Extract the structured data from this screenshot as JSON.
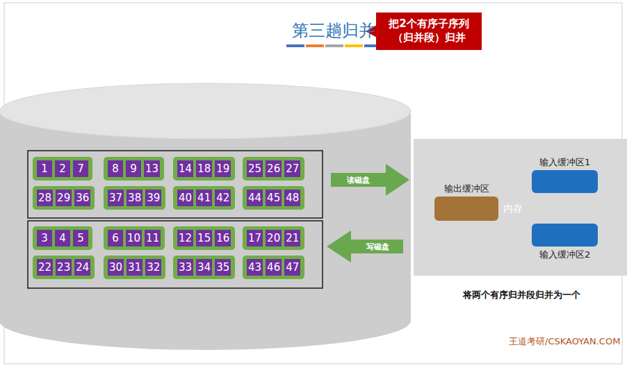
{
  "diagram": {
    "title": "第三趟归并",
    "caption": "将两个有序归并段归并为一个",
    "nodes": [
      {
        "text": [
          "把2个有序子序列 （归并段）归并"
        ]
      },
      {
        "text": [
          "1",
          "2",
          "7"
        ]
      },
      {
        "text": [
          "8",
          "9",
          "13"
        ]
      },
      {
        "text": [
          "14",
          "18",
          "19"
        ]
      },
      {
        "text": [
          "25",
          "26",
          "27"
        ]
      },
      {
        "text": [
          "28",
          "29",
          "36"
        ]
      },
      {
        "text": [
          "37",
          "38",
          "39"
        ]
      },
      {
        "text": [
          "40",
          "41",
          "42"
        ]
      },
      {
        "text": [
          "44",
          "45",
          "48"
        ]
      },
      {
        "text": [
          "3",
          "4",
          "5"
        ]
      },
      {
        "text": [
          "6",
          "10",
          "11"
        ]
      },
      {
        "text": [
          "12",
          "15",
          "16"
        ]
      },
      {
        "text": [
          "17",
          "20",
          "21"
        ]
      },
      {
        "text": [
          "22",
          "23",
          "24"
        ]
      },
      {
        "text": [
          "30",
          "31",
          "32"
        ]
      },
      {
        "text": [
          "33",
          "34",
          "35"
        ]
      },
      {
        "text": [
          "43",
          "46",
          "47"
        ]
      },
      {
        "text": [
          "内存"
        ]
      },
      {
        "text": [
          "输出缓冲区"
        ],
        "in": 17
      },
      {
        "text": [
          "输入缓冲区1"
        ],
        "in": 17
      },
      {
        "text": [
          "输入缓冲区2"
        ],
        "in": 17
      }
    ],
    "edges": [
      {
        "from": 19,
        "to": 18,
        "arrow": "to"
      },
      {
        "from": 20,
        "to": 18,
        "arrow": "to"
      }
    ],
    "labels": [
      "读磁盘",
      "写磁盘",
      "王道考研/CSKAOYAN.COM"
    ]
  }
}
